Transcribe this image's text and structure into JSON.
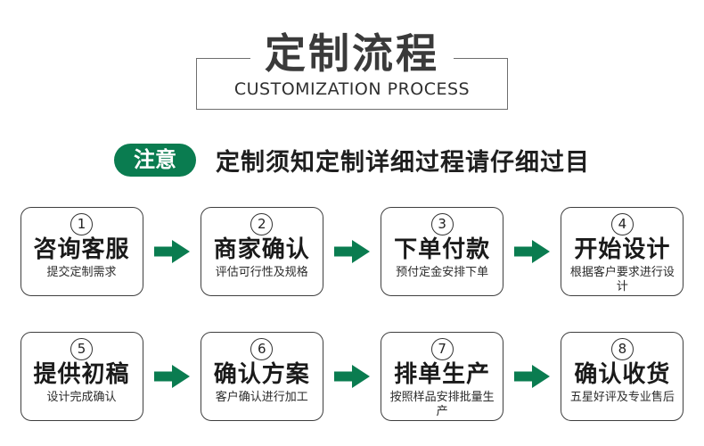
{
  "header": {
    "title": "定制流程",
    "subtitle": "CUSTOMIZATION PROCESS"
  },
  "notice": {
    "badge_label": "注意",
    "text": "定制须知定制详细过程请仔细过目"
  },
  "colors": {
    "accent_green": "#0a7c50",
    "title_dark": "#3a3a3a",
    "box_border": "#3f3f3f"
  },
  "icons": {
    "arrow": "right-arrow-icon"
  },
  "steps": [
    {
      "num": "1",
      "title": "咨询客服",
      "desc": "提交定制需求"
    },
    {
      "num": "2",
      "title": "商家确认",
      "desc": "评估可行性及规格"
    },
    {
      "num": "3",
      "title": "下单付款",
      "desc": "预付定金安排下单"
    },
    {
      "num": "4",
      "title": "开始设计",
      "desc": "根据客户要求进行设计"
    },
    {
      "num": "5",
      "title": "提供初稿",
      "desc": "设计完成确认"
    },
    {
      "num": "6",
      "title": "确认方案",
      "desc": "客户确认进行加工"
    },
    {
      "num": "7",
      "title": "排单生产",
      "desc": "按照样品安排批量生产"
    },
    {
      "num": "8",
      "title": "确认收货",
      "desc": "五星好评及专业售后"
    }
  ]
}
